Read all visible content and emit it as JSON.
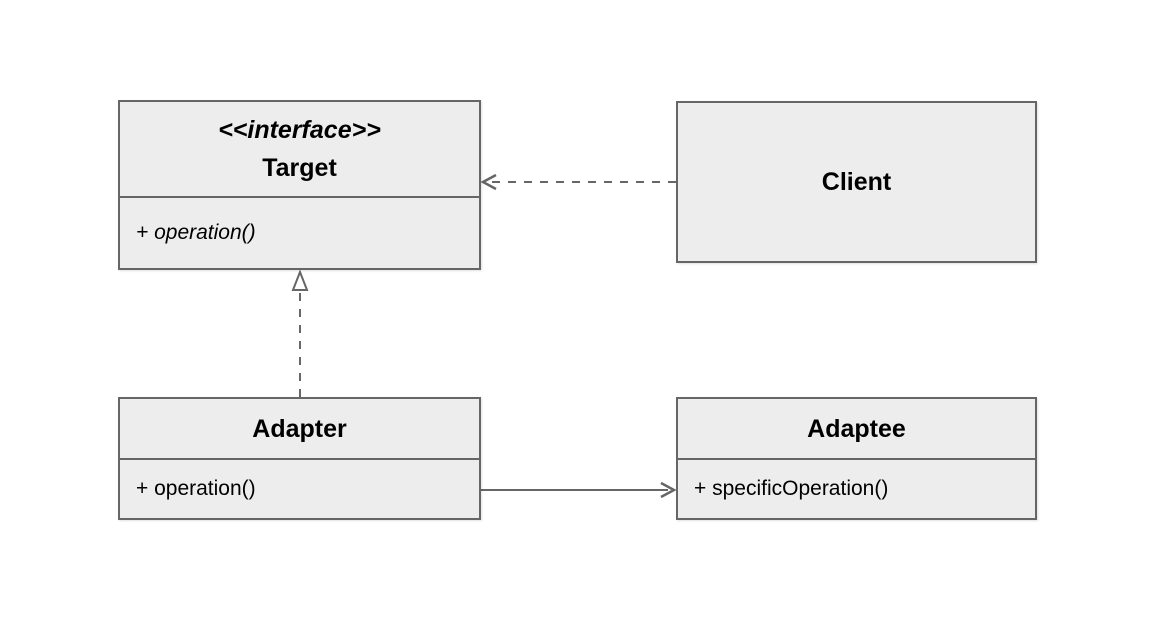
{
  "diagram": {
    "boxes": {
      "target": {
        "stereotype": "<<interface>>",
        "name": "Target",
        "members": [
          "+ operation()"
        ]
      },
      "client": {
        "name": "Client"
      },
      "adapter": {
        "name": "Adapter",
        "members": [
          "+ operation()"
        ]
      },
      "adaptee": {
        "name": "Adaptee",
        "members": [
          "+ specificOperation()"
        ]
      }
    },
    "connectors": [
      {
        "from": "Client",
        "to": "Target",
        "line": "dashed",
        "arrowhead": "open",
        "meaning": "dependency"
      },
      {
        "from": "Adapter",
        "to": "Target",
        "line": "dashed",
        "arrowhead": "hollow-triangle",
        "meaning": "realization"
      },
      {
        "from": "Adapter",
        "to": "Adaptee",
        "line": "solid",
        "arrowhead": "open",
        "meaning": "association"
      }
    ],
    "colors": {
      "background": "#ffffff",
      "box_fill": "#ededed",
      "box_border": "#666666",
      "connector": "#666666",
      "text": "#000000"
    }
  }
}
